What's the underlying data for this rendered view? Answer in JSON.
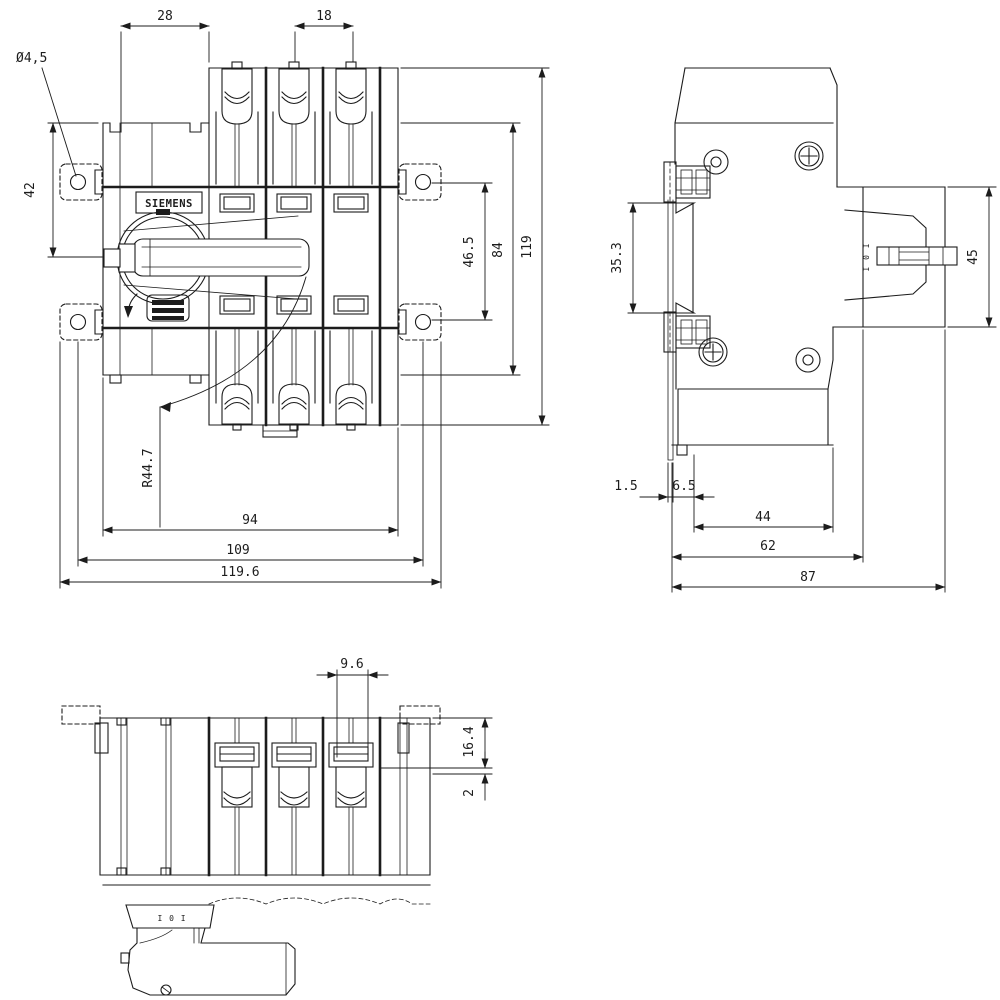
{
  "front": {
    "brand": "SIEMENS",
    "dim_pole_offset": "28",
    "dim_pole_pitch": "18",
    "hole_diameter": "Ø4,5",
    "dim_handle_offset": "42",
    "dim_hole_spacing_v": "46.5",
    "dim_body_height": "84",
    "dim_overall_height": "119",
    "handle_radius": "R44.7",
    "dim_body_width": "94",
    "dim_hole_spacing_h": "109",
    "dim_overall_width": "119.6"
  },
  "side": {
    "dim_front_depth": "35.3",
    "dim_handle_block_height": "45",
    "dim_rail_lip": "1.5",
    "dim_rail_offset": "6.5",
    "dim_base_depth": "44",
    "dim_mid_depth": "62",
    "dim_overall_depth": "87",
    "handle_marking": "I 0 I"
  },
  "bottom": {
    "dim_clamp_width": "9.6",
    "dim_terminal_height": "16.4",
    "dim_lip": "2",
    "handle_marking": "I 0 I"
  }
}
